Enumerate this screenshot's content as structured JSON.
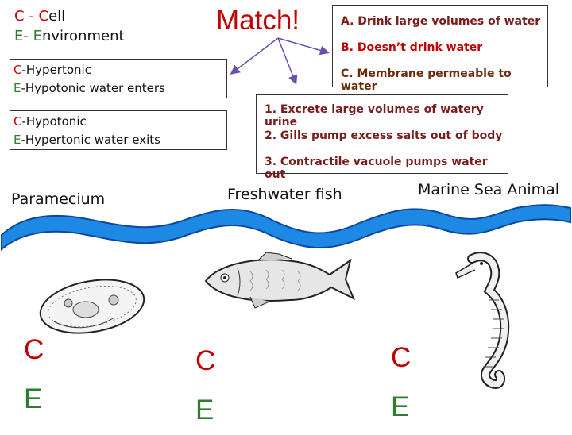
{
  "legend": {
    "c_letter": "C",
    "c_rest": " - ",
    "c_letter2": "C",
    "c_word": "ell",
    "e_letter": "E",
    "e_rest": "- ",
    "e_letter2": "E",
    "e_word": "nvironment"
  },
  "title": "Match!",
  "conditions": [
    {
      "c_letter": "C",
      "c_text": "-Hypertonic",
      "e_letter": "E",
      "e_text": "-Hypotonic water enters"
    },
    {
      "c_letter": "C",
      "c_text": "-Hypotonic",
      "e_letter": "E",
      "e_text": "-Hypertonic water exits"
    }
  ],
  "letter_options": [
    {
      "text": "A. Drink large volumes of water",
      "color": "#7b1c1c"
    },
    {
      "text": "B. Doesn’t drink water",
      "color": "#c00000"
    },
    {
      "text": "C. Membrane permeable to water",
      "color": "#6b2c0c"
    }
  ],
  "number_options": [
    "1. Excrete large volumes of watery urine",
    "2. Gills pump excess salts out of body",
    "3. Contractile vacuole pumps water out"
  ],
  "organisms": [
    {
      "label": "Paramecium",
      "c": "C",
      "e": "E"
    },
    {
      "label": "Freshwater fish",
      "c": "C",
      "e": "E"
    },
    {
      "label": "Marine Sea Animal",
      "c": "C",
      "e": "E"
    }
  ],
  "colors": {
    "ribbon": "#1e88e5",
    "ribbon_edge": "#0d47a1",
    "c_red": "#c00000",
    "e_green": "#2e7d32"
  }
}
